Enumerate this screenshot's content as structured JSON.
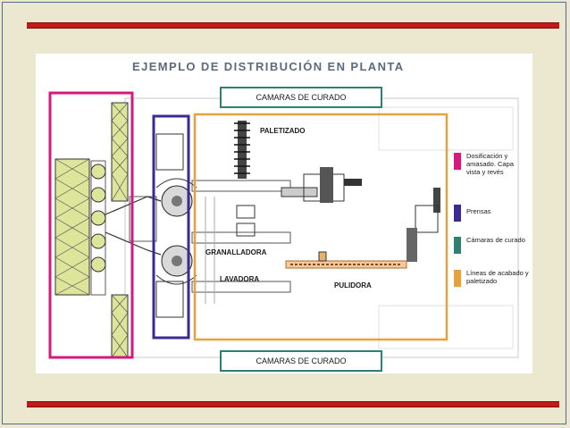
{
  "title": "EJEMPLO DE DISTRIBUCIÓN EN PLANTA",
  "camaras_top": "CAMARAS DE CURADO",
  "camaras_bottom": "CAMARAS DE CURADO",
  "labels": {
    "paletizado": "PALETIZADO",
    "granalladora": "GRANALLADORA",
    "lavadora": "LAVADORA",
    "pulidora": "PULIDORA"
  },
  "legend": [
    {
      "text": "Dosificación y amasado. Capa vista y revés",
      "color": "#d61a7b"
    },
    {
      "text": "Prensas",
      "color": "#3b2a8f"
    },
    {
      "text": "Cámaras de curado",
      "color": "#2f7f73"
    },
    {
      "text": "Líneas de acabado y paletizado",
      "color": "#e8a23c"
    }
  ],
  "colors": {
    "background": "#ece7cf",
    "rule": "#c41a1a",
    "zone_dosificacion": "#d61a7b",
    "zone_prensas": "#3b2a8f",
    "zone_curado": "#2f7f73",
    "zone_acabado": "#e8a23c"
  }
}
